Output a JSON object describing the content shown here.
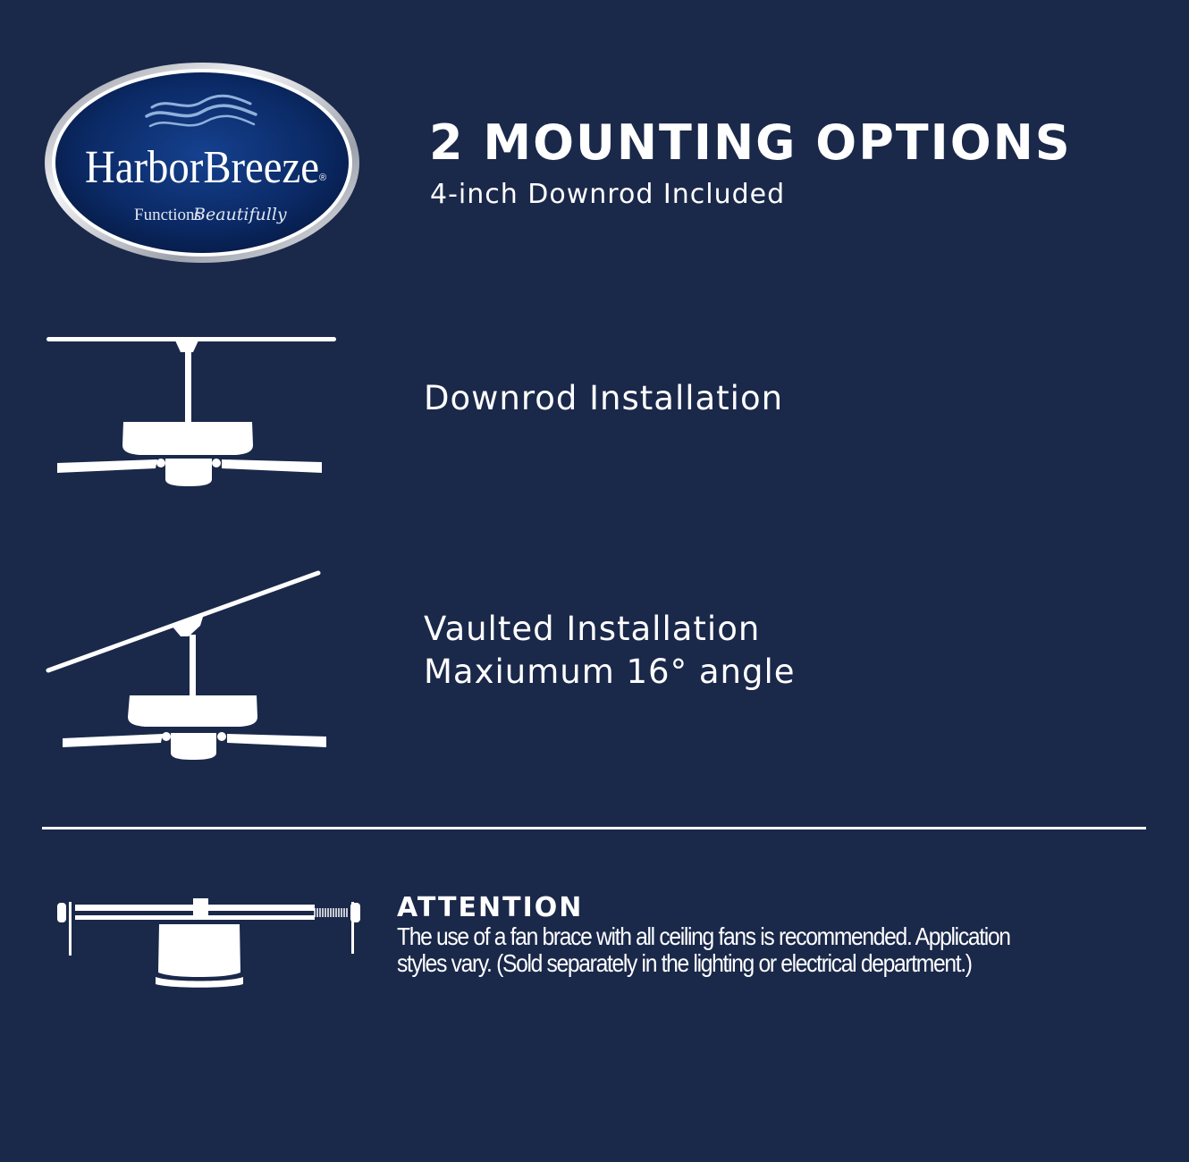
{
  "logo": {
    "brand": "HarborBreeze",
    "registered": "®",
    "tagline_plain": "Functions",
    "tagline_script": "Beautifully"
  },
  "header": {
    "title": "2 MOUNTING OPTIONS",
    "subtitle": "4-inch Downrod Included"
  },
  "options": [
    {
      "label": "Downrod Installation",
      "icon": "downrod-fan-icon"
    },
    {
      "label": "Vaulted Installation",
      "note": "Maxiumum 16° angle",
      "icon": "vaulted-fan-icon"
    }
  ],
  "attention": {
    "heading": "ATTENTION",
    "body": "The use of a fan brace with all ceiling fans is recommended. Application styles vary. (Sold separately in the lighting or electrical department.)",
    "icon": "fan-brace-icon"
  },
  "colors": {
    "background": "#1a284a",
    "foreground": "#ffffff",
    "logo_oval": "#0b2a66",
    "logo_rim": "#c0c4cc"
  }
}
